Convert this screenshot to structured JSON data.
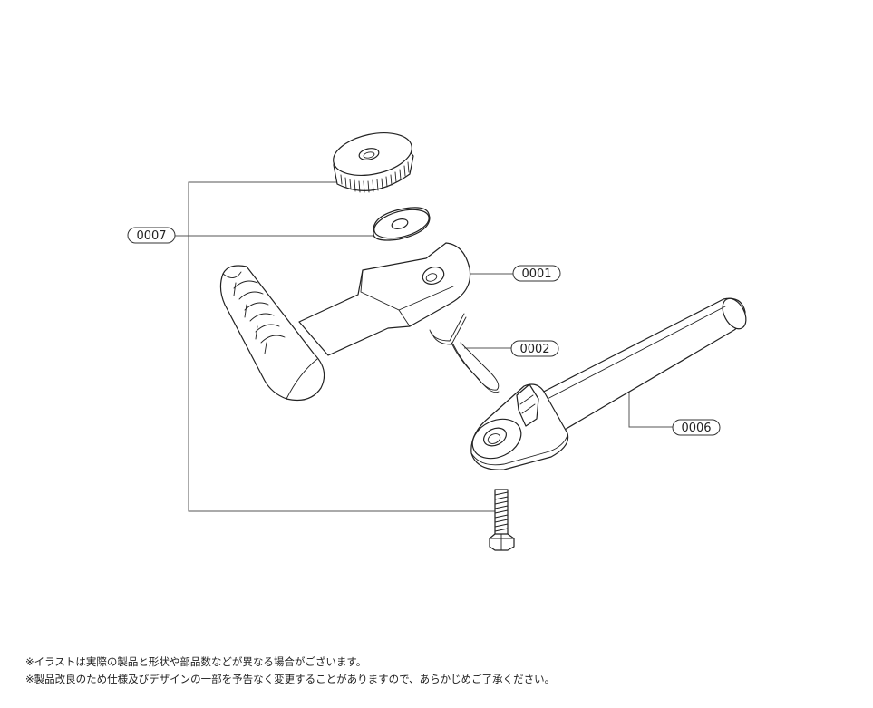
{
  "labels": {
    "p0001": "0001",
    "p0002": "0002",
    "p0006": "0006",
    "p0007": "0007"
  },
  "notes": [
    "※イラストは実際の製品と形状や部品数などが異なる場合がございます。",
    "※製品改良のため仕様及びデザインの一部を予告なく変更することがありますので、あらかじめご了承ください。"
  ]
}
